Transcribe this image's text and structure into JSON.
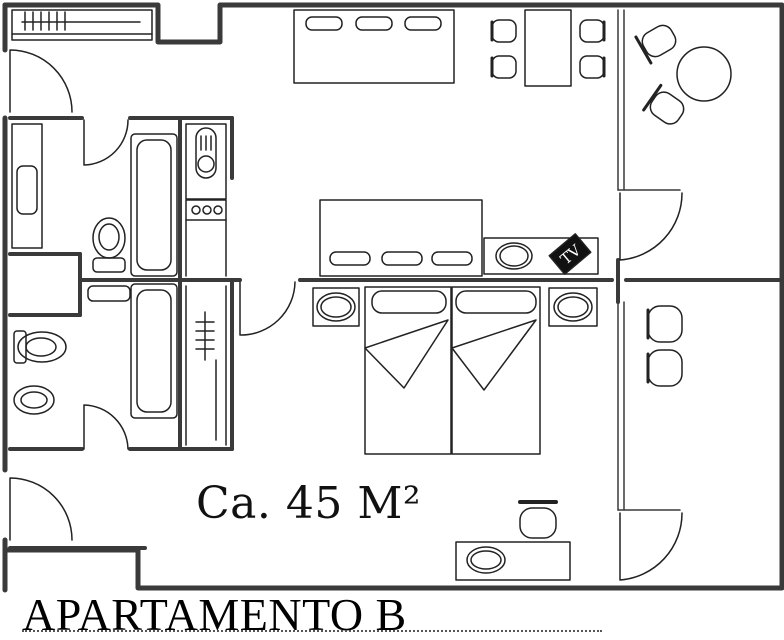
{
  "plan": {
    "title": "APARTAMENTO B",
    "area_label": "Ca. 45 M²",
    "tv_label": "TV"
  }
}
